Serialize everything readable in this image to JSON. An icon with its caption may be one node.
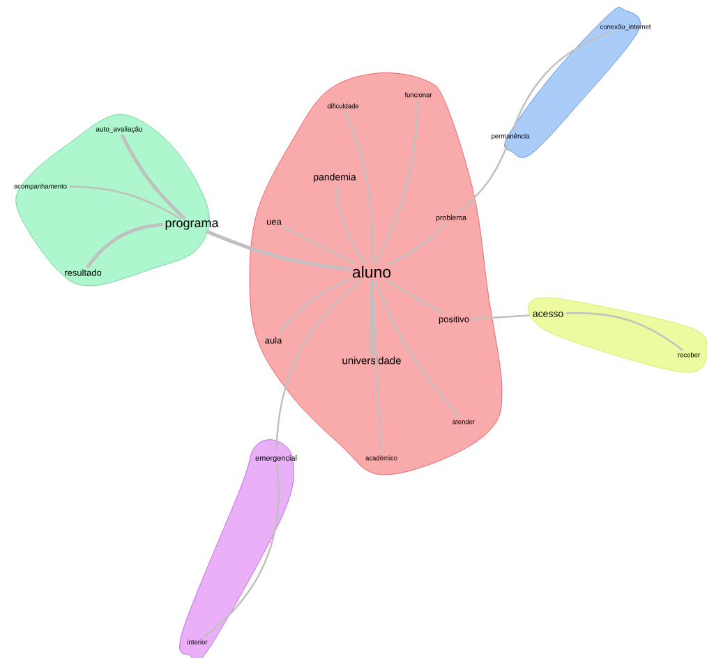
{
  "diagram": {
    "nodes": [
      {
        "text": [],
        "shape": "cloud"
      },
      {
        "text": [
          "auto_avaliação"
        ],
        "in": 0
      },
      {
        "text": [
          "acompanhamento"
        ],
        "in": 0
      },
      {
        "text": [
          "programa"
        ],
        "in": 0
      },
      {
        "text": [
          "resultado"
        ],
        "in": 0
      },
      {
        "text": [],
        "shape": "cloud"
      },
      {
        "text": [
          "dificuldade"
        ],
        "in": 5
      },
      {
        "text": [
          "funcionar"
        ],
        "in": 5
      },
      {
        "text": [
          "pandemia"
        ],
        "in": 5
      },
      {
        "text": [
          "uea"
        ],
        "in": 5
      },
      {
        "text": [
          "problema"
        ],
        "in": 5
      },
      {
        "text": [
          "aluno"
        ],
        "in": 5
      },
      {
        "text": [
          "aula"
        ],
        "in": 5
      },
      {
        "text": [
          "positivo"
        ],
        "in": 5
      },
      {
        "text": [
          "universidade"
        ],
        "in": 5
      },
      {
        "text": [
          "atender"
        ],
        "in": 5
      },
      {
        "text": [
          "acadêmico"
        ],
        "in": 5
      },
      {
        "text": [],
        "shape": "cloud"
      },
      {
        "text": [
          "conexão_internet"
        ],
        "in": 17
      },
      {
        "text": [
          "permanência"
        ],
        "in": 17
      },
      {
        "text": [],
        "shape": "cloud"
      },
      {
        "text": [
          "acesso"
        ],
        "in": 20
      },
      {
        "text": [
          "receber"
        ],
        "in": 20
      },
      {
        "text": [],
        "shape": "cloud"
      },
      {
        "text": [
          "emergencial"
        ],
        "in": 23
      },
      {
        "text": [
          "interior"
        ],
        "in": 23
      }
    ],
    "edges": [
      {
        "from": 11,
        "to": 3,
        "arrow": "none",
        "style": "thick"
      },
      {
        "from": 3,
        "to": 1,
        "arrow": "none",
        "style": "thick"
      },
      {
        "from": 3,
        "to": 2,
        "arrow": "none"
      },
      {
        "from": 3,
        "to": 4,
        "arrow": "none",
        "style": "thick"
      },
      {
        "from": 11,
        "to": 9,
        "arrow": "none"
      },
      {
        "from": 11,
        "to": 8,
        "arrow": "none"
      },
      {
        "from": 11,
        "to": 6,
        "arrow": "none"
      },
      {
        "from": 11,
        "to": 7,
        "arrow": "none"
      },
      {
        "from": 11,
        "to": 10,
        "arrow": "none"
      },
      {
        "from": 10,
        "to": 19,
        "arrow": "none"
      },
      {
        "from": 19,
        "to": 18,
        "arrow": "none"
      },
      {
        "from": 11,
        "to": 13,
        "arrow": "none"
      },
      {
        "from": 13,
        "to": 21,
        "arrow": "none"
      },
      {
        "from": 21,
        "to": 22,
        "arrow": "none"
      },
      {
        "from": 11,
        "to": 12,
        "arrow": "none"
      },
      {
        "from": 11,
        "to": 24,
        "arrow": "none"
      },
      {
        "from": 24,
        "to": 25,
        "arrow": "none"
      },
      {
        "from": 11,
        "to": 14,
        "arrow": "none",
        "style": "thick"
      },
      {
        "from": 11,
        "to": 15,
        "arrow": "none"
      },
      {
        "from": 11,
        "to": 16,
        "arrow": "none"
      }
    ]
  }
}
